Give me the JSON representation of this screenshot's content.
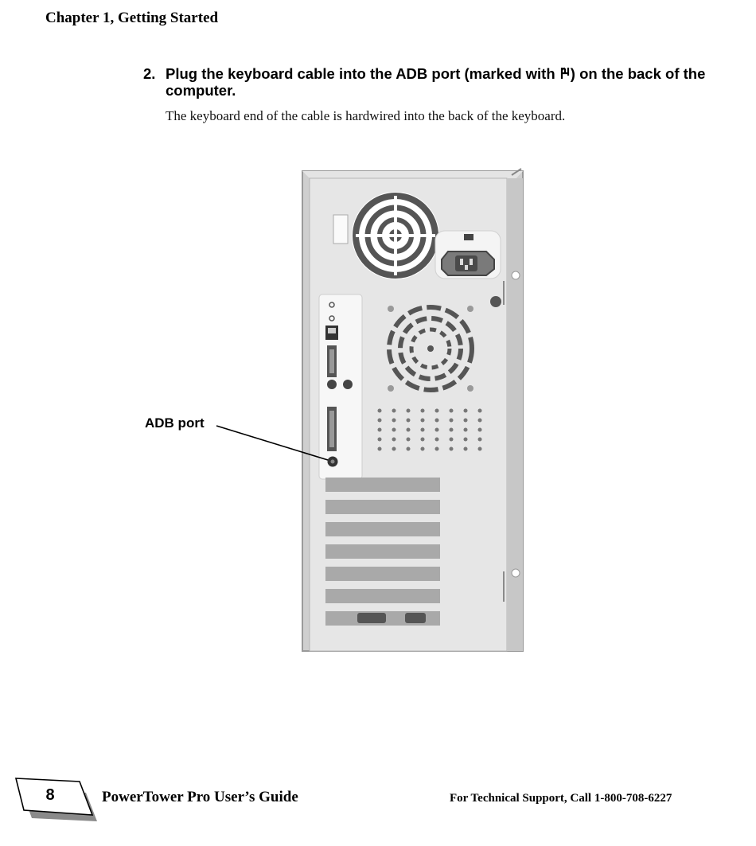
{
  "header": {
    "chapter": "Chapter 1,  Getting Started"
  },
  "step": {
    "number": "2.",
    "instruction_before": "Plug the keyboard cable into the ADB port (marked with ",
    "adb_symbol_icon": "adb-symbol-icon",
    "instruction_after": ") on the back of the computer.",
    "note": "The keyboard end of the cable is hardwired into the back of the keyboard."
  },
  "figure": {
    "callout_label": "ADB port"
  },
  "footer": {
    "page_number": "8",
    "guide_title": "PowerTower Pro User’s Guide",
    "support_text": "For Technical Support, Call 1-800-708-6227"
  }
}
